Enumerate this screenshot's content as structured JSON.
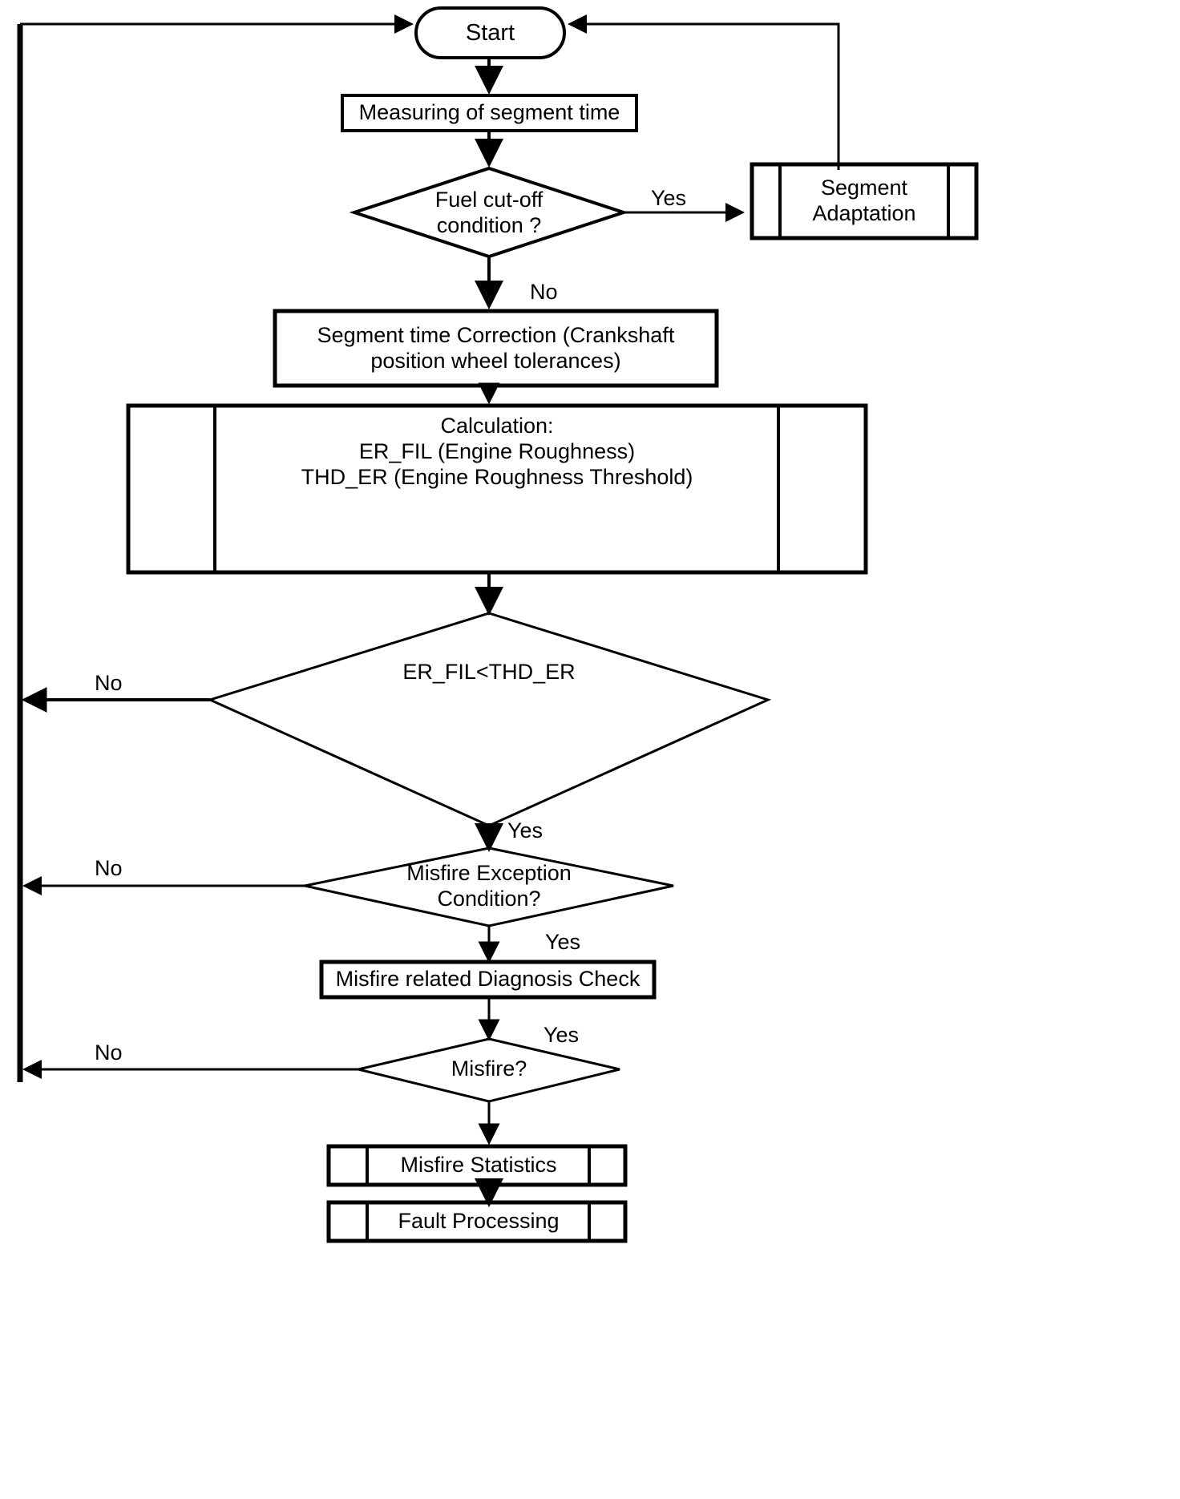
{
  "diagram": {
    "title": "Misfire Detection Flowchart",
    "type": "flowchart",
    "stroke_color": "#000000",
    "background_color": "#ffffff",
    "nodes": [
      {
        "id": "start",
        "shape": "terminator",
        "label": "Start"
      },
      {
        "id": "measure",
        "shape": "process",
        "label": "Measuring of segment time"
      },
      {
        "id": "fuel_cutoff",
        "shape": "decision",
        "label": "Fuel cut-off\ncondition ?"
      },
      {
        "id": "segment_adapt",
        "shape": "predefined-process",
        "label": "Segment\nAdaptation"
      },
      {
        "id": "seg_correction",
        "shape": "process",
        "label": "Segment time Correction (Crankshaft\nposition wheel tolerances)"
      },
      {
        "id": "calculation",
        "shape": "predefined-process",
        "label": "Calculation:\nER_FIL (Engine Roughness)\nTHD_ER (Engine Roughness Threshold)"
      },
      {
        "id": "er_fil_cmp",
        "shape": "decision",
        "label": "ER_FIL<THD_ER"
      },
      {
        "id": "misfire_except",
        "shape": "decision",
        "label": "Misfire Exception\nCondition?"
      },
      {
        "id": "diag_check",
        "shape": "process",
        "label": "Misfire related Diagnosis Check"
      },
      {
        "id": "misfire_q",
        "shape": "decision",
        "label": "Misfire?"
      },
      {
        "id": "misfire_stats",
        "shape": "predefined-process",
        "label": "Misfire Statistics"
      },
      {
        "id": "fault_processing",
        "shape": "predefined-process",
        "label": "Fault Processing"
      }
    ],
    "edge_labels": {
      "fuel_cutoff_yes": "Yes",
      "fuel_cutoff_no": "No",
      "er_fil_no": "No",
      "er_fil_yes": "Yes",
      "misfire_except_no": "No",
      "misfire_except_yes": "Yes",
      "misfire_q_no": "No",
      "misfire_q_yes": "Yes"
    },
    "edges": [
      {
        "from": "loopback-left",
        "to": "start",
        "label": ""
      },
      {
        "from": "segment_adapt",
        "to": "start",
        "label": ""
      },
      {
        "from": "start",
        "to": "measure",
        "label": ""
      },
      {
        "from": "measure",
        "to": "fuel_cutoff",
        "label": ""
      },
      {
        "from": "fuel_cutoff",
        "to": "segment_adapt",
        "label": "Yes"
      },
      {
        "from": "fuel_cutoff",
        "to": "seg_correction",
        "label": "No"
      },
      {
        "from": "seg_correction",
        "to": "calculation",
        "label": ""
      },
      {
        "from": "calculation",
        "to": "er_fil_cmp",
        "label": ""
      },
      {
        "from": "er_fil_cmp",
        "to": "loopback-left",
        "label": "No"
      },
      {
        "from": "er_fil_cmp",
        "to": "misfire_except",
        "label": "Yes"
      },
      {
        "from": "misfire_except",
        "to": "loopback-left",
        "label": "No"
      },
      {
        "from": "misfire_except",
        "to": "diag_check",
        "label": "Yes"
      },
      {
        "from": "diag_check",
        "to": "misfire_q",
        "label": ""
      },
      {
        "from": "misfire_q",
        "to": "loopback-left",
        "label": "No"
      },
      {
        "from": "misfire_q",
        "to": "misfire_stats",
        "label": "Yes"
      },
      {
        "from": "misfire_stats",
        "to": "fault_processing",
        "label": ""
      }
    ]
  }
}
